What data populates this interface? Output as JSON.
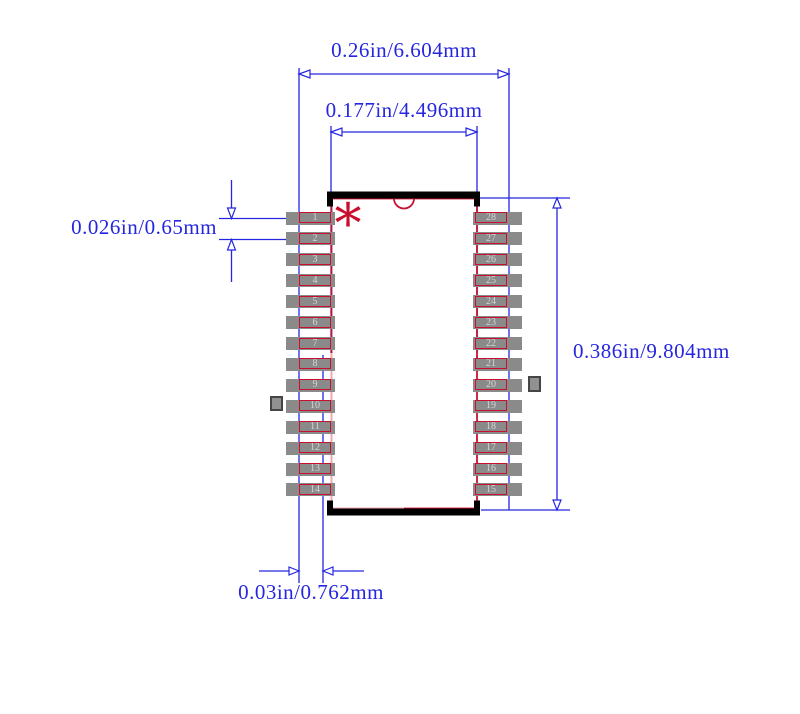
{
  "colors": {
    "dimension": "#2626e0",
    "outline_red": "#c8102e",
    "outline_pink": "#f4a6b0",
    "pad_gray": "#8a8a8a",
    "pad_number": "#d6d6d6",
    "silkscreen_black": "#000000",
    "fiducial_gray": "#919191",
    "fiducial_border": "#454545"
  },
  "dimensions": {
    "pad_span": "0.26in/6.604mm",
    "body_width": "0.177in/4.496mm",
    "pin_pitch": "0.026in/0.65mm",
    "body_height": "0.386in/9.804mm",
    "lead_length": "0.03in/0.762mm"
  },
  "pin1_marker": "*",
  "pins": {
    "left": [
      "1",
      "2",
      "3",
      "4",
      "5",
      "6",
      "7",
      "8",
      "9",
      "10",
      "11",
      "12",
      "13",
      "14"
    ],
    "right": [
      "28",
      "27",
      "26",
      "25",
      "24",
      "23",
      "22",
      "21",
      "20",
      "19",
      "18",
      "17",
      "16",
      "15"
    ]
  }
}
